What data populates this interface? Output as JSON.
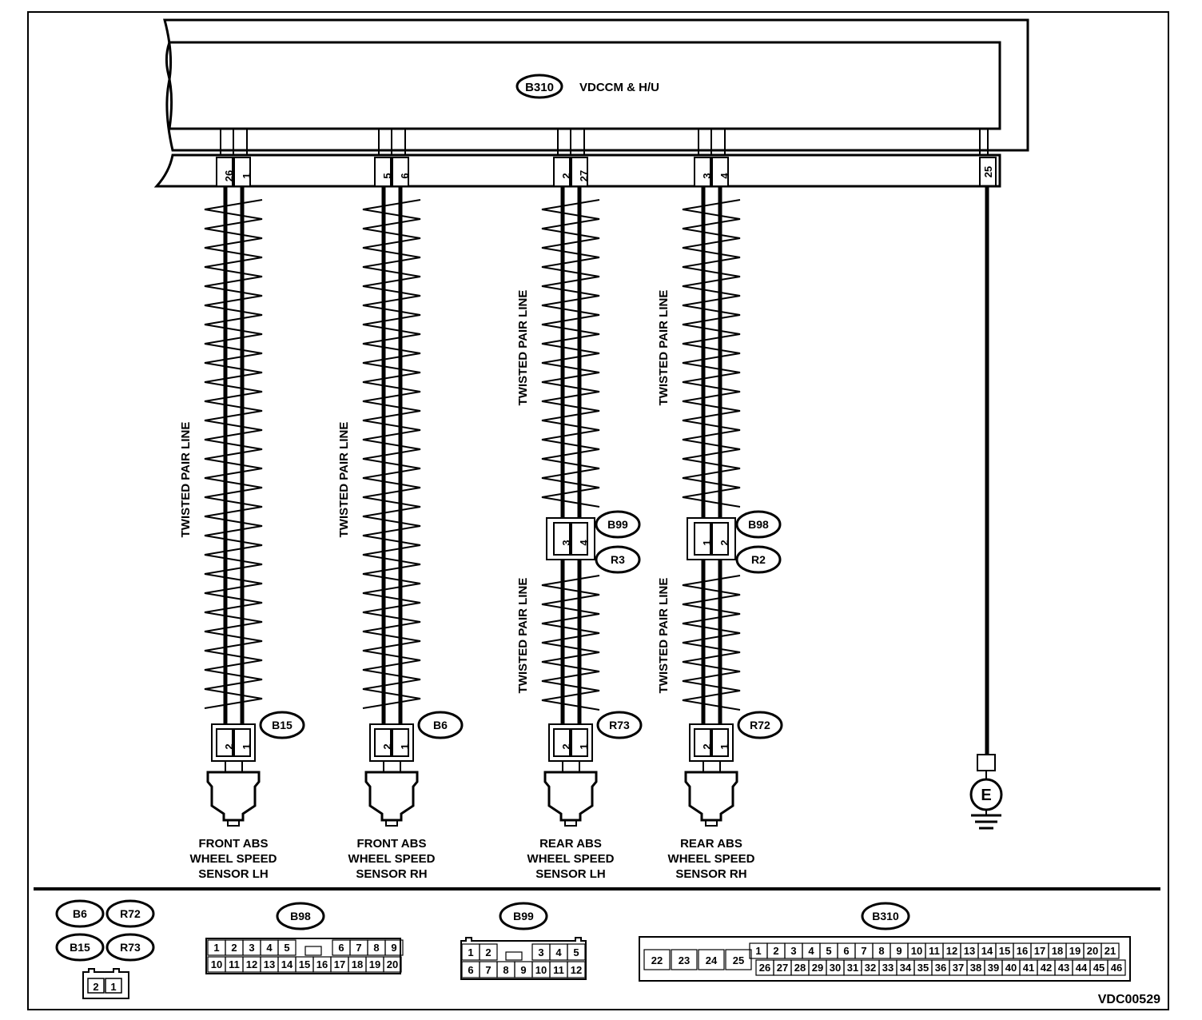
{
  "module": {
    "connector": "B310",
    "name": "VDCCM & H/U",
    "ground_pin": "25",
    "ground_symbol": "E"
  },
  "sensors": [
    {
      "pins_top": [
        "26",
        "1"
      ],
      "twisted_label": "TWISTED PAIR LINE",
      "sensor_connector": "B15",
      "sensor_pins": [
        "2",
        "1"
      ],
      "label_lines": [
        "FRONT ABS",
        "WHEEL SPEED",
        "SENSOR LH"
      ]
    },
    {
      "pins_top": [
        "5",
        "6"
      ],
      "twisted_label": "TWISTED PAIR LINE",
      "sensor_connector": "B6",
      "sensor_pins": [
        "2",
        "1"
      ],
      "label_lines": [
        "FRONT ABS",
        "WHEEL SPEED",
        "SENSOR RH"
      ]
    },
    {
      "pins_top": [
        "2",
        "27"
      ],
      "twisted_label": "TWISTED PAIR LINE",
      "twisted_label_lower": "TWISTED PAIR LINE",
      "mid_connector_top": "B99",
      "mid_connector_bottom": "R3",
      "mid_pins": [
        "3",
        "4"
      ],
      "sensor_connector": "R73",
      "sensor_pins": [
        "2",
        "1"
      ],
      "label_lines": [
        "REAR ABS",
        "WHEEL SPEED",
        "SENSOR LH"
      ]
    },
    {
      "pins_top": [
        "3",
        "4"
      ],
      "twisted_label": "TWISTED PAIR LINE",
      "twisted_label_lower": "TWISTED PAIR LINE",
      "mid_connector_top": "B98",
      "mid_connector_bottom": "R2",
      "mid_pins": [
        "1",
        "2"
      ],
      "sensor_connector": "R72",
      "sensor_pins": [
        "2",
        "1"
      ],
      "label_lines": [
        "REAR ABS",
        "WHEEL SPEED",
        "SENSOR RH"
      ]
    }
  ],
  "legend": {
    "small_connectors": [
      "B6",
      "R72",
      "B15",
      "R73"
    ],
    "small_pins": [
      "2",
      "1"
    ],
    "b98": {
      "name": "B98",
      "row1": [
        "1",
        "2",
        "3",
        "4",
        "5",
        "6",
        "7",
        "8",
        "9"
      ],
      "row2": [
        "10",
        "11",
        "12",
        "13",
        "14",
        "15",
        "16",
        "17",
        "18",
        "19",
        "20"
      ]
    },
    "b99": {
      "name": "B99",
      "row1": [
        "1",
        "2",
        "3",
        "4",
        "5"
      ],
      "row2": [
        "6",
        "7",
        "8",
        "9",
        "10",
        "11",
        "12"
      ]
    },
    "b310": {
      "name": "B310",
      "left": [
        "22",
        "23",
        "24",
        "25"
      ],
      "row1": [
        "1",
        "2",
        "3",
        "4",
        "5",
        "6",
        "7",
        "8",
        "9",
        "10",
        "11",
        "12",
        "13",
        "14",
        "15",
        "16",
        "17",
        "18",
        "19",
        "20",
        "21"
      ],
      "row2": [
        "26",
        "27",
        "28",
        "29",
        "30",
        "31",
        "32",
        "33",
        "34",
        "35",
        "36",
        "37",
        "38",
        "39",
        "40",
        "41",
        "42",
        "43",
        "44",
        "45",
        "46"
      ]
    }
  },
  "figure_code": "VDC00529"
}
